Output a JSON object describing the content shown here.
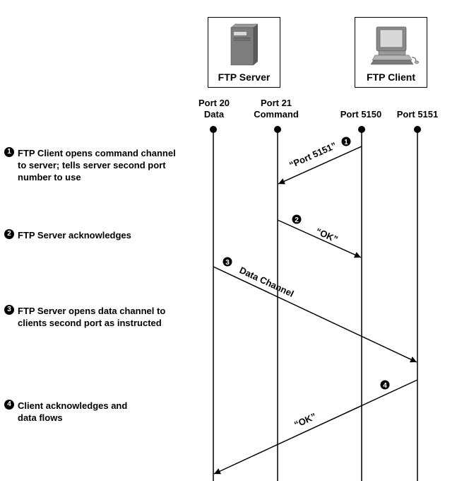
{
  "servers": {
    "ftp_server": "FTP Server",
    "ftp_client": "FTP Client"
  },
  "ports": {
    "port20": [
      "Port 20",
      "Data"
    ],
    "port21": [
      "Port 21",
      "Command"
    ],
    "port5150": "Port 5150",
    "port5151": "Port 5151"
  },
  "steps": [
    {
      "num": "1",
      "text": "FTP Client opens command channel to server; tells server second port number to use"
    },
    {
      "num": "2",
      "text": "FTP Server acknowledges"
    },
    {
      "num": "3",
      "text": "FTP Server opens data channel to clients second port as instructed"
    },
    {
      "num": "4",
      "text": "Client acknowledges and data flows"
    }
  ],
  "messages": {
    "m1": "“Port 5151”",
    "m2": "“OK”",
    "m3": "Data Channel",
    "m4": "“OK”"
  },
  "icons": {
    "server": "server-tower-icon",
    "client": "desktop-computer-icon"
  }
}
